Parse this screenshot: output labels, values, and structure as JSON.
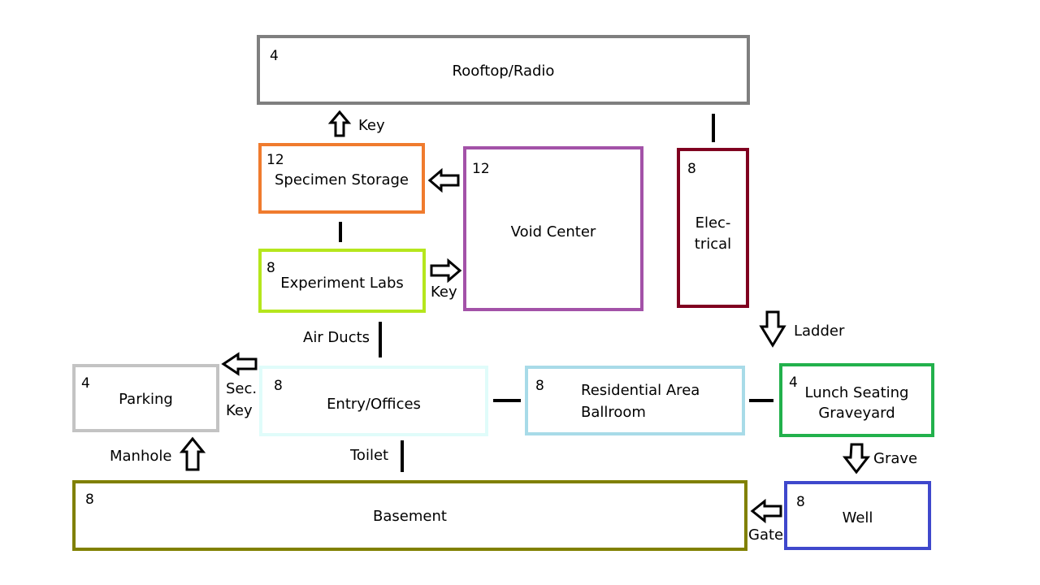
{
  "rooms": {
    "rooftop": {
      "number": "4",
      "name": "Rooftop/Radio",
      "color": "#7f7f7f"
    },
    "specimen": {
      "number": "12",
      "name": "Specimen Storage",
      "color": "#f07b2e"
    },
    "void": {
      "number": "12",
      "name": "Void Center",
      "color": "#a352a8"
    },
    "electrical": {
      "number": "8",
      "name_line1": "Elec-",
      "name_line2": "trical",
      "color": "#800020"
    },
    "labs": {
      "number": "8",
      "name": "Experiment Labs",
      "color": "#b5e61d"
    },
    "parking": {
      "number": "4",
      "name": "Parking",
      "color": "#c3c3c3"
    },
    "entry": {
      "number": "8",
      "name": "Entry/Offices",
      "color": "#e0fcfa"
    },
    "residential": {
      "number": "8",
      "name_line1": "Residential Area",
      "name_line2": "Ballroom",
      "color": "#a8dbe8"
    },
    "lunch": {
      "number": "4",
      "name_line1": "Lunch Seating",
      "name_line2": "Graveyard",
      "color": "#22b14c"
    },
    "basement": {
      "number": "8",
      "name": "Basement",
      "color": "#808000"
    },
    "well": {
      "number": "8",
      "name": "Well",
      "color": "#3f48cc"
    }
  },
  "connections": {
    "key_up": "Key",
    "key_right": "Key",
    "air_ducts": "Air Ducts",
    "ladder": "Ladder",
    "sec": "Sec.",
    "sec_key": "Key",
    "manhole": "Manhole",
    "toilet": "Toilet",
    "grave": "Grave",
    "gate": "Gate"
  }
}
